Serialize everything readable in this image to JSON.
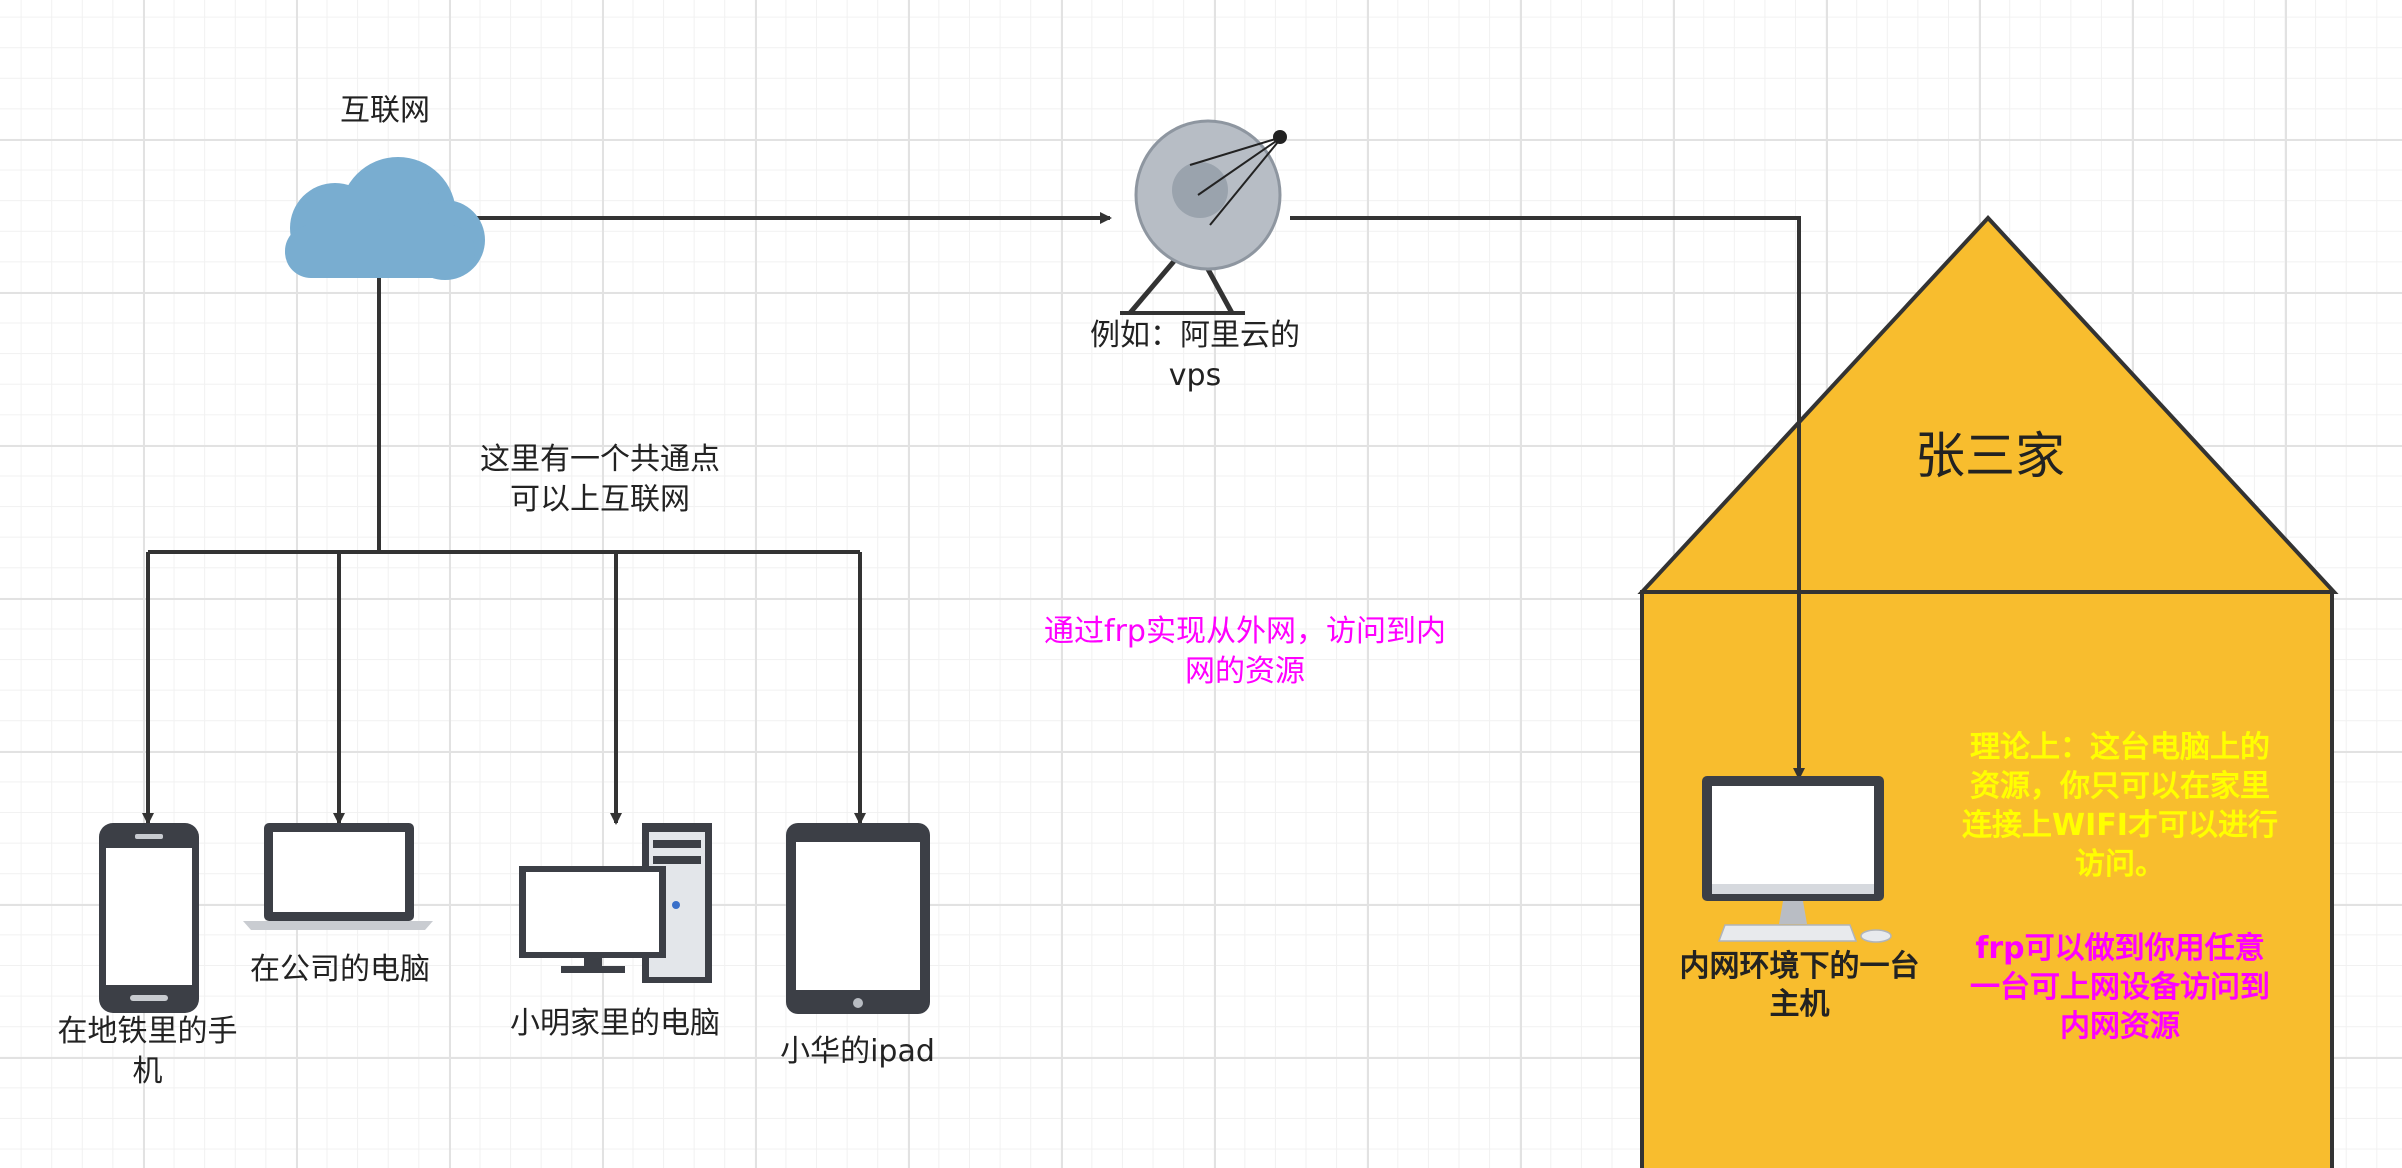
{
  "labels": {
    "internet": "互联网",
    "vps": "例如：阿里云的\nvps",
    "common_point": "这里有一个共通点\n可以上互联网",
    "frp_desc": "通过frp实现从外网，访问到内\n网的资源",
    "house": "张三家",
    "phone": "在地铁里的手\n机",
    "laptop": "在公司的电脑",
    "desktop": "小明家里的电脑",
    "ipad": "小华的ipad",
    "host": "内网环境下的一台\n主机",
    "theory": "理论上：这台电脑上的\n资源，你只可以在家里\n连接上WIFI才可以进行\n访问。",
    "frp_goal": "frp可以做到你用任意\n一台可上网设备访问到\n内网资源"
  },
  "colors": {
    "house_fill": "#f8bd2e",
    "line": "#333333",
    "cloud": "#79add0",
    "magenta": "#ff00ff",
    "yellow_text": "#ffff00"
  },
  "icons": [
    "cloud-icon",
    "satellite-dish-icon",
    "phone-icon",
    "laptop-icon",
    "desktop-computer-icon",
    "tablet-icon",
    "monitor-icon"
  ]
}
